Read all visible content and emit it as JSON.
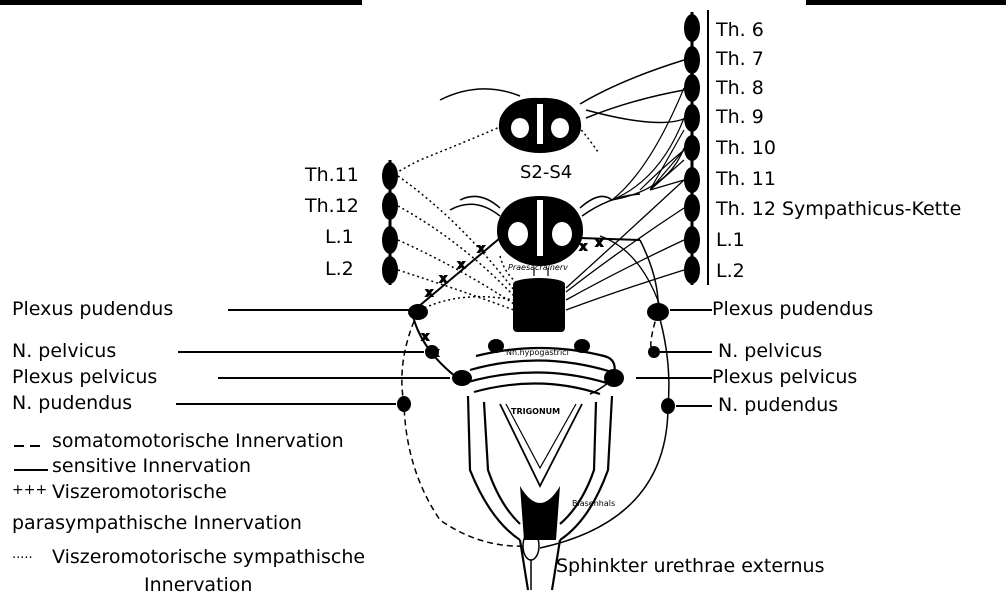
{
  "labels": {
    "right_column": [
      "Th. 6",
      "Th. 7",
      "Th. 8",
      "Th. 9",
      "Th. 10",
      "Th. 11",
      "Th. 12 Sympathicus-Kette",
      "L.1",
      "L.2"
    ],
    "left_column": [
      "Th.11",
      "Th.12",
      "L.1",
      "L.2"
    ],
    "spinal_segment": "S2-S4",
    "left_nerves": [
      "Plexus pudendus",
      "N. pelvicus",
      "Plexus pelvicus",
      "N. pudendus"
    ],
    "right_nerves": [
      "Plexus pudendus",
      "N. pelvicus",
      "Plexus pelvicus",
      "N. pudendus"
    ],
    "center_small": {
      "ganglion": "Praesacralnerv",
      "hypogastric": "Nn.hypogastrici",
      "trigonum": "TRIGONUM",
      "bladder_neck": "Blasenhals"
    },
    "sphincter": "Sphinkter urethrae externus"
  },
  "legend": [
    {
      "symbol": "_ _ _",
      "text": "somatomotorische Innervation"
    },
    {
      "symbol": "____",
      "text": "sensitive Innervation"
    },
    {
      "symbol": "+++",
      "text": "Viszeromotorische"
    },
    {
      "symbol": "",
      "text": "parasympathische Innervation"
    },
    {
      "symbol": ".....",
      "text": "Viszeromotorische sympathische"
    },
    {
      "symbol": "",
      "text": "Innervation"
    }
  ]
}
